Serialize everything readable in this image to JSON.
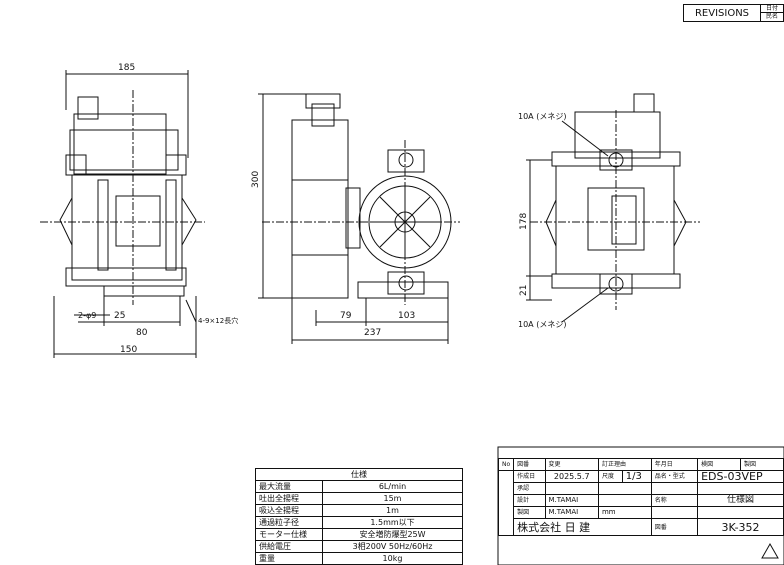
{
  "revisions": {
    "label": "REVISIONS",
    "date_top": "日付",
    "date_bottom": "民名"
  },
  "dimensions": {
    "width_185": "185",
    "width_150": "150",
    "width_80": "80",
    "width_25": "25",
    "holes": "2-φ9",
    "slots": "4-9×12長穴",
    "height_300": "300",
    "width_79": "79",
    "width_103": "103",
    "width_237": "237",
    "port_top": "10A (メネジ)",
    "port_bottom": "10A (メネジ)",
    "height_178": "178",
    "height_21": "21"
  },
  "spec": {
    "title": "仕様",
    "rows": [
      {
        "label": "最大流量",
        "value": "6L/min"
      },
      {
        "label": "吐出全揚程",
        "value": "15m"
      },
      {
        "label": "吸込全揚程",
        "value": "1m"
      },
      {
        "label": "通過粒子径",
        "value": "1.5mm以下"
      },
      {
        "label": "モーター仕様",
        "value": "安全増防爆型25W"
      },
      {
        "label": "供給電圧",
        "value": "3相200V 50Hz/60Hz"
      },
      {
        "label": "重量",
        "value": "10kg"
      }
    ]
  },
  "title_block": {
    "h_no": "No",
    "h_item": "図番",
    "h_change": "変更",
    "h_reason": "訂正理由",
    "h_date": "年月日",
    "h_check": "検図",
    "h_draw": "製図",
    "r_date_label": "作成日",
    "r_date": "2025.5.7",
    "r_scale_label": "尺度",
    "r_scale": "1/3",
    "r_model_label": "品名・型式",
    "r_model": "EDS-03VEP",
    "r_approve_label": "承認",
    "r_design_label": "設計",
    "r_design": "M.TAMAI",
    "r_name_label": "名称",
    "r_name": "仕様図",
    "r_drawn_label": "製図",
    "r_drawn": "M.TAMAI",
    "r_unit": "mm",
    "company": "株式会社 日 建",
    "drawing_no_label": "図番",
    "drawing_no": "3K-352"
  }
}
